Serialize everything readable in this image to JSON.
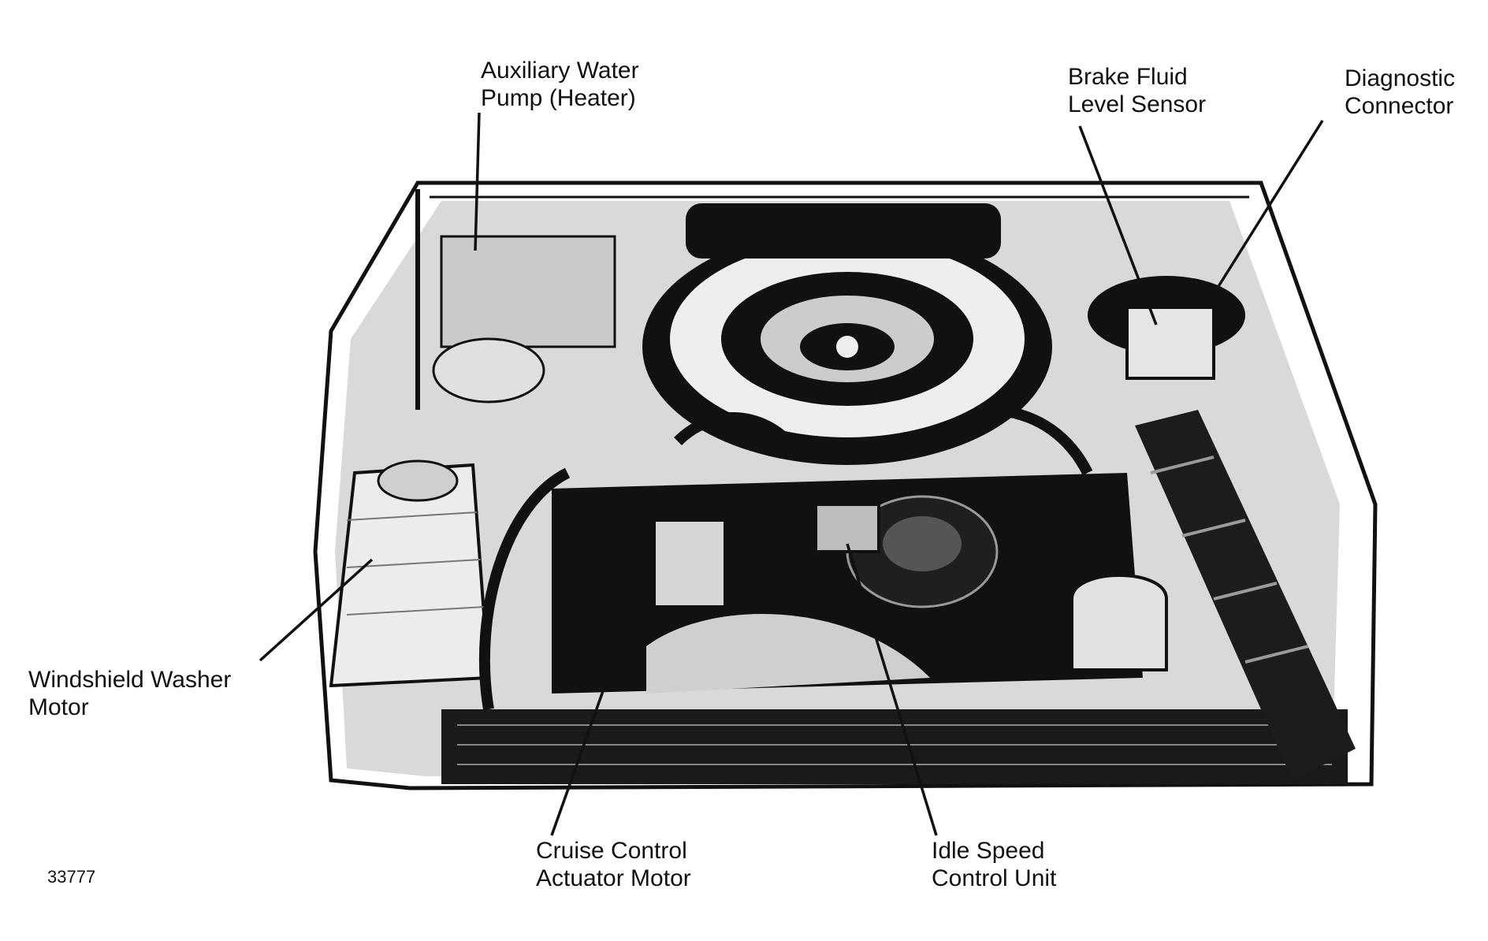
{
  "figure_number": "33777",
  "callouts": {
    "aux_water_pump": {
      "line1": "Auxiliary Water",
      "line2": "Pump (Heater)"
    },
    "brake_fluid": {
      "line1": "Brake Fluid",
      "line2": "Level Sensor"
    },
    "diagnostic": {
      "line1": "Diagnostic",
      "line2": "Connector"
    },
    "washer_motor": {
      "line1": "Windshield Washer",
      "line2": "Motor"
    },
    "cruise_control": {
      "line1": "Cruise Control",
      "line2": "Actuator Motor"
    },
    "idle_speed": {
      "line1": "Idle Speed",
      "line2": "Control Unit"
    }
  },
  "colors": {
    "ink": "#111111",
    "paper": "#ffffff",
    "shade": "#8a8a8a"
  }
}
